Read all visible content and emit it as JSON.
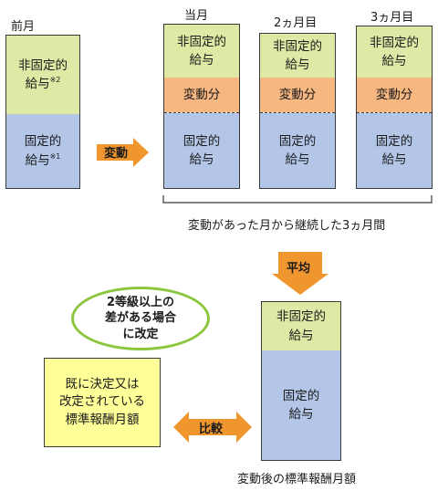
{
  "prev_month": {
    "title": "前月",
    "nonfixed": "非固定的\n給与",
    "nonfixed_note": "※2",
    "fixed": "固定的\n給与",
    "fixed_note": "※1"
  },
  "month1": {
    "title": "当月",
    "nonfixed": "非固定的\n給与",
    "change": "変動分",
    "fixed": "固定的\n給与"
  },
  "month2": {
    "title": "2ヵ月目",
    "nonfixed": "非固定的\n給与",
    "change": "変動分",
    "fixed": "固定的\n給与"
  },
  "month3": {
    "title": "3ヵ月目",
    "nonfixed": "非固定的\n給与",
    "change": "変動分",
    "fixed": "固定的\n給与"
  },
  "arrow_change": "変動",
  "bracket_caption": "変動があった月から継続した3ヵ月間",
  "arrow_average": "平均",
  "condition_oval": "2等級以上の\n差がある場合\nに改定",
  "existing_box": "既に決定又は\n改定されている\n標準報酬月額",
  "arrow_compare": "比較",
  "result": {
    "nonfixed": "非固定的\n給与",
    "fixed": "固定的\n給与",
    "caption": "変動後の標準報酬月額"
  },
  "colors": {
    "nonfixed": "#dde9a4",
    "change": "#f7b781",
    "fixed": "#b3c6e8",
    "arrow": "#f0962f",
    "existing": "#ffff99",
    "oval_border": "#8cc63f"
  }
}
